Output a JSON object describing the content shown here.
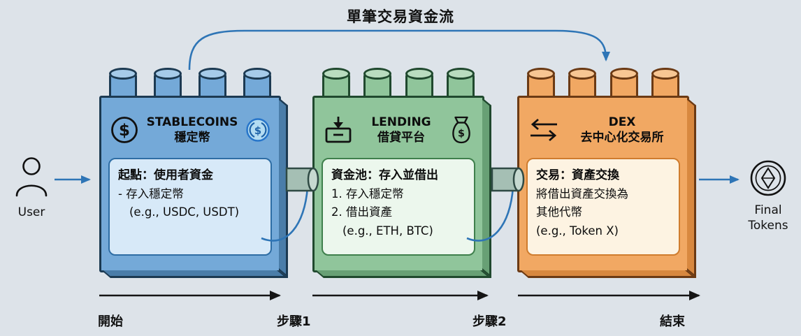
{
  "title": "單筆交易資金流",
  "colors": {
    "background": "#dde3e9",
    "flow_arrow_blue": "#2e75b6",
    "timeline_arrow_black": "#151515",
    "stablecoins_body": "#74a9d8",
    "lending_body": "#90c59b",
    "dex_body": "#f1a863"
  },
  "user": {
    "label": "User",
    "icon": "user-icon"
  },
  "final_tokens": {
    "line1": "Final",
    "line2": "Tokens",
    "icon": "eth-token-icon"
  },
  "blocks": {
    "stablecoins": {
      "title": "STABLECOINS",
      "subtitle": "穩定幣",
      "box_title": "起點：使用者資金",
      "line1": "- 存入穩定幣",
      "line2": "(e.g., USDC, USDT)",
      "left_icon": "dollar-circle-icon",
      "right_icon": "usdc-coin-icon"
    },
    "lending": {
      "title": "LENDING",
      "subtitle": "借貸平台",
      "box_title": "資金池：存入並借出",
      "line1": "1. 存入穩定幣",
      "line2": "2. 借出資產",
      "line3": "(e.g., ETH, BTC)",
      "left_icon": "deposit-box-icon",
      "right_icon": "money-bag-icon"
    },
    "dex": {
      "title": "DEX",
      "subtitle": "去中心化交易所",
      "box_title": "交易：資產交換",
      "line1": "將借出資產交換為",
      "line2": "其他代幣",
      "line3": "(e.g., Token X)",
      "left_icon": "swap-arrows-icon"
    }
  },
  "timeline": {
    "start": "開始",
    "step1": "步驟1",
    "step2": "步驟2",
    "end": "結束"
  }
}
